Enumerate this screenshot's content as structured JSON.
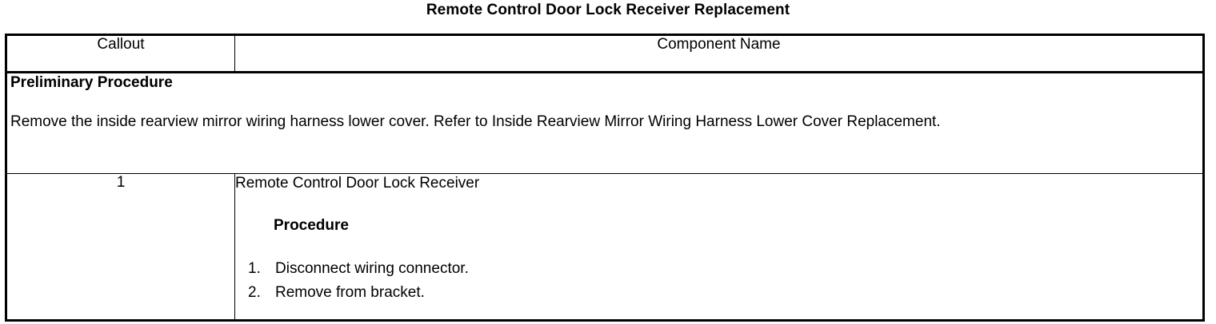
{
  "document": {
    "title": "Remote Control Door Lock Receiver Replacement"
  },
  "table": {
    "headers": {
      "callout": "Callout",
      "component_name": "Component Name"
    },
    "preliminary": {
      "heading": "Preliminary Procedure",
      "text": "Remove the inside rearview mirror wiring harness lower cover. Refer to Inside Rearview Mirror Wiring Harness Lower Cover Replacement."
    },
    "rows": [
      {
        "callout": "1",
        "component_name": "Remote Control Door Lock Receiver",
        "procedure_heading": "Procedure",
        "steps": [
          {
            "num": "1.",
            "text": "Disconnect wiring connector."
          },
          {
            "num": "2.",
            "text": "Remove from bracket."
          }
        ]
      }
    ]
  },
  "colors": {
    "text": "#000000",
    "background": "#ffffff",
    "border": "#000000"
  }
}
